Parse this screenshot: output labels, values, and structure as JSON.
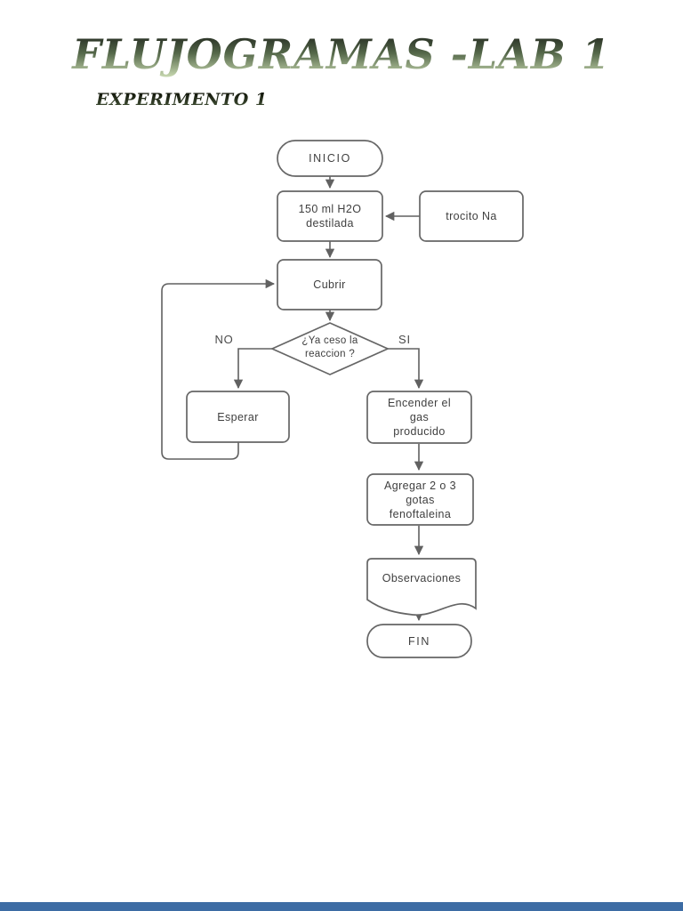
{
  "page": {
    "title": "FLUJOGRAMAS -LAB 1",
    "subtitle": "EXPERIMENTO 1"
  },
  "colors": {
    "shape_border": "#666666",
    "shape_fill": "#ffffff",
    "label_text": "#3f3f3f",
    "connector": "#616161",
    "title_gradient_top": "#1e231c",
    "title_gradient_mid": "#55684a",
    "title_gradient_bottom": "#c5d6ae",
    "next_page_bar": "#3d6ca4"
  },
  "flowchart": {
    "nodes": {
      "inicio": "INICIO",
      "agua": "150 ml H2O\ndestilada",
      "trocito": "trocito Na",
      "cubrir": "Cubrir",
      "decision": "¿Ya ceso la\nreaccion ?",
      "esperar": "Esperar",
      "encender": "Encender el\ngas\nproducido",
      "agregar": "Agregar 2 o 3\ngotas\nfenoftaleina",
      "observaciones": "Observaciones",
      "fin": "FIN"
    },
    "branch_labels": {
      "no": "NO",
      "si": "SI"
    }
  }
}
